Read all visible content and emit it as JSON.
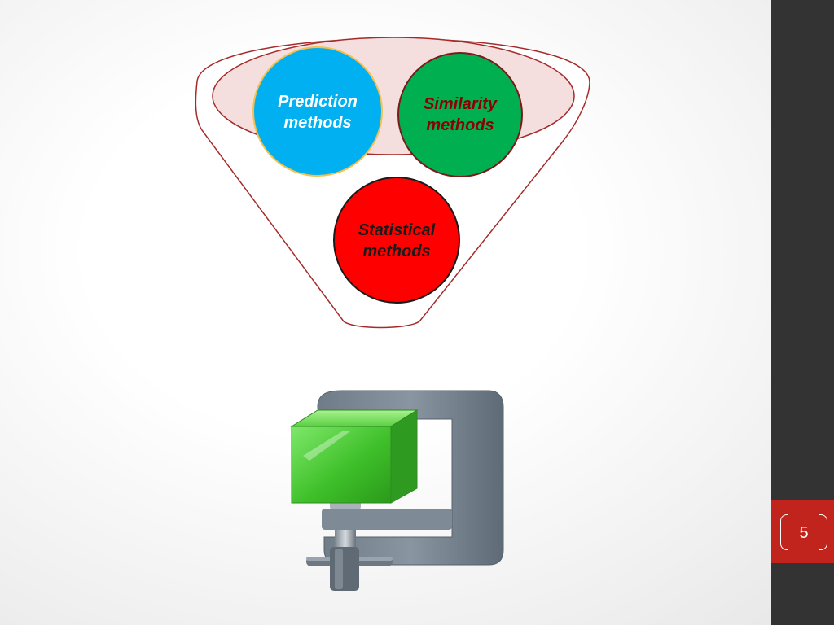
{
  "diagram": {
    "methods": [
      {
        "id": "prediction",
        "label_line1": "Prediction",
        "label_line2": "methods",
        "fill": "#00b0f0",
        "border": "#f2c14e",
        "text_color": "#ffffff"
      },
      {
        "id": "similarity",
        "label_line1": "Similarity",
        "label_line2": "methods",
        "fill": "#00b050",
        "border": "#7a1b1b",
        "text_color": "#8b0000"
      },
      {
        "id": "statistical",
        "label_line1": "Statistical",
        "label_line2": "methods",
        "fill": "#ff0000",
        "border": "#1a1a1a",
        "text_color": "#1a1a1a"
      }
    ],
    "funnel_color": "#a52a2a",
    "funnel_inner_fill": "#f5dede",
    "clamp_icon": "clamp-compress-icon"
  },
  "footer": {
    "page_number": "5",
    "accent": "#c0241c",
    "sidebar": "#333333"
  }
}
